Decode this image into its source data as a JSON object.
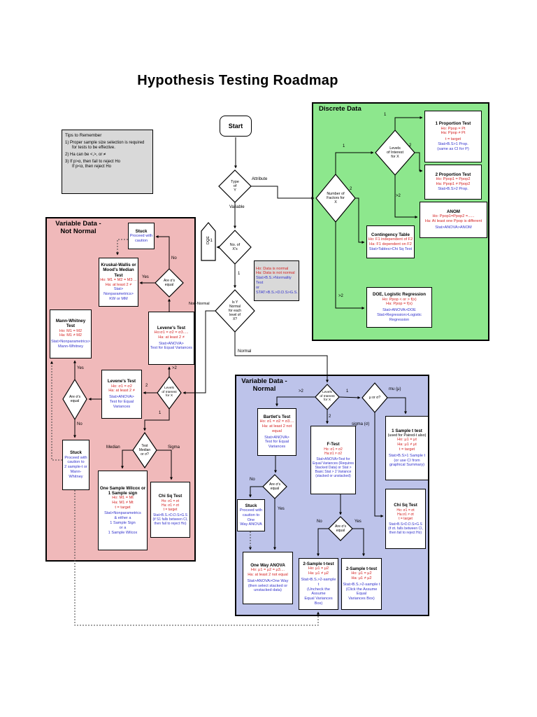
{
  "page": {
    "title": "Hypothesis Testing Roadmap"
  },
  "start_label": "Start",
  "regions": {
    "discrete": "Discrete Data",
    "not_normal": "Variable Data -\nNot Normal",
    "normal": "Variable Data -\nNormal"
  },
  "tips": {
    "title": "Tips to Remember",
    "item1a": "1)  Proper sample size selection is required",
    "item1b": "for tests to be effective.",
    "item2": "2)  Ha can be <,>, or ≠",
    "item3a": "3)  If p>α, then fail to reject Ho",
    "item3b": "If p<α, then reject Ho"
  },
  "diamonds": {
    "type_y": "Type\nof\nY",
    "no_x": "No. of\nX's",
    "is_normal": "Is Y\nNormal\nfor each\nlevel of\nX?",
    "num_factors": "Number of\nFactors for\nX",
    "levels": "Levels\nof Interest\nfor X",
    "are_sig": "Are σ's\nequal",
    "test_median": "Test\nMedian\nor σ?",
    "mu_sigma": "μ or σ?"
  },
  "edge_labels": {
    "attribute": "Attribute",
    "variable": "Variable",
    "gt1": ">1",
    "one": "1",
    "two": "2",
    "gt2": ">2",
    "yes": "Yes",
    "no": "No",
    "non_normal": "Non-Normal",
    "normal": "Normal",
    "median": "Median",
    "sigma": "Sigma",
    "mu_mu": "mu (μ)",
    "sigma_sig": "sigma (σ)",
    "doe": "DOE"
  },
  "boxes": {
    "graynorm": {
      "red": [
        "Ho: Data is normal",
        "Ha: Data is not normal"
      ],
      "blue": [
        "Stat>B.S.>Normality Test",
        "or",
        "STAT>B.S.>D.D.S>G.S."
      ]
    },
    "prop1": {
      "title": "1 Proportion Test",
      "red": [
        "Ho: Ppop = Pt",
        "Ha: Ppop ≠ Pt",
        "t = target"
      ],
      "blue": [
        "Stat>B.S>1 Prop.",
        "(same as CI for P)"
      ]
    },
    "prop2": {
      "title": "2 Proportion Test",
      "red": [
        "Ho: Ppop1 = Ppop2",
        "Ha: Ppop1 ≠ Ppop2"
      ],
      "blue": [
        "Stat>B.S>2 Prop."
      ]
    },
    "anom": {
      "title": "ANOM",
      "red": [
        "Ho: Ppop1=Ppop2 =......",
        "Ha: At least one Ppop is different"
      ],
      "blue": [
        "Stat>ANOVA>ANOM"
      ]
    },
    "conting": {
      "title": "Contingency Table",
      "red": [
        "Ho: F1 independent of F2",
        "Ha: F1 dependent on F2"
      ],
      "blue": [
        "Stat>Tables>Chi Sq Test"
      ]
    },
    "doelog": {
      "title": "DOE, Logistic Regression",
      "red": [
        "Ho: Ppop < or >  f(x)",
        "Ha: Ppop = f(x)"
      ],
      "blue": [
        "Stat>ANOVA>DOE",
        "Stat>Regression>Logistic Regression"
      ]
    },
    "stuck_top": {
      "title": "Stuck",
      "blue": [
        "Proceed with",
        "caution"
      ]
    },
    "kw": {
      "title": "Kruskal-Wallis or",
      "title2": "Mood's Median Test",
      "red": [
        "Ho: M1 = M2 = M3 ...",
        "Ha: at least 2 ≠"
      ],
      "blue": [
        "Stat> Nonparametrics>",
        "KW or MM"
      ]
    },
    "mw": {
      "title": "Mann-Whitney Test",
      "red": [
        "Ho: M1 = M2",
        "Ha: M1 ≠ M2"
      ],
      "blue": [
        "Stat>Nonparametrics>",
        "Mann-Whitney"
      ]
    },
    "levene1": {
      "title": "Levene's Test",
      "red": [
        "Ho:σ1 = σ2 = σ3.....",
        "Ha: at least 2 ≠"
      ],
      "blue": [
        "Stat>ANOVA>",
        "Test for Equal Variances"
      ]
    },
    "levene2": {
      "title": "Levene's  Test",
      "red": [
        "Ho: σ1 = σ2",
        "Ha: at least 2 ≠"
      ],
      "blue": [
        "Stat>ANOVA>",
        "Test for Equal",
        "Variances"
      ]
    },
    "stuck2": {
      "title": "Stuck",
      "blue": [
        "Proceed with",
        "caution to",
        "2 sample-t or",
        "Mann-Whitney"
      ]
    },
    "wilcox": {
      "title": "One Sample Wilcox or",
      "title2": "1 Sample sign",
      "red": [
        "Ho: M1 = Mt",
        "Ha: M1 ≠ Mt",
        "t = target"
      ],
      "blue": [
        "Stat>Nonparametrics",
        "& either a",
        "1 Sample Sign",
        "or a",
        "1 Sample Wilcox"
      ]
    },
    "chi_pink": {
      "title": "Chi Sq Test",
      "red": [
        "Ho: σ1  = σt",
        "Ha: σ1 ≠ σt",
        "t = target"
      ],
      "blue": [
        "Stat>B.S.>D.D.S>G.S",
        "(if S1 falls between CI,",
        "then fail to reject Ho)"
      ]
    },
    "bartlet": {
      "title": "Bartlet's Test",
      "red": [
        "Ho: σ1 = σ2 = σ3....",
        "Ha: at least 2 not equal"
      ],
      "blue": [
        "Stat>ANOVA>",
        "Test for Equal",
        "Variances"
      ]
    },
    "ftest": {
      "title": "F-Test",
      "red": [
        "Ho: σ1  = σ2",
        "Ha:σ1 ≠ σ2"
      ],
      "blue": [
        "Stat>ANOVA>Test for",
        "Equal Variances (Requires",
        "Stacked Data) or Stat >",
        "Basic Stat > 2 Variance",
        "(stacked or unstacked)"
      ]
    },
    "stuck3": {
      "title": "Stuck",
      "blue": [
        "Proceed with",
        "caution to One",
        "Way ANOVA"
      ]
    },
    "oneway": {
      "title": "One Way ANOVA",
      "red": [
        "Ho: μ1 = μ2 = μ3....",
        "Ha: at least 2 not equal"
      ],
      "blue": [
        "Stat>ANOVA>One Way",
        "(then select stacked or",
        "unstacked data)"
      ]
    },
    "tsl": {
      "title": "2-Sample t-test",
      "red": [
        "Ho: μ1 = μ2",
        "Ha: μ1 ≠ μ2"
      ],
      "blue": [
        "Stat>B.S.>2-sample t",
        "(Uncheck the Assume",
        "Equal Variances Box)"
      ]
    },
    "tsr": {
      "title": "2-Sample t-test",
      "red": [
        "Ho: μ1 = μ2",
        "Ha: μ1 ≠ μ2"
      ],
      "blue": [
        "Stat>B.S.>2-sample t",
        "(Click the Assume Equal",
        "Variances Box)"
      ]
    },
    "onesamp": {
      "title": "1 Sample t test",
      "sub": "(used for Paired-t also)",
      "red": [
        "Ho: μ1 = μt",
        "Ha: μ1 ≠ μt",
        "t = target"
      ],
      "blue": [
        "Stat>B.S>1 Sample t",
        "(or use CI from",
        "graphical Summary)"
      ]
    },
    "chi_blue": {
      "title": "Chi Sq Test",
      "red": [
        "Ho: σ1 = σt",
        "Ha:σ1 ≠ σt",
        "t = target"
      ],
      "blue": [
        "Stat>B.S>D.D.S>G.S",
        "(if σt. falls between CI,",
        "then fail to reject Ho)"
      ]
    }
  },
  "colors": {
    "discrete_fill": "#8de78d",
    "not_normal_fill": "#f0b9ba",
    "normal_fill": "#bdc3ea",
    "gray_fill": "#d9d9d9",
    "ho_red": "#d42222",
    "path_blue": "#3232cc"
  }
}
